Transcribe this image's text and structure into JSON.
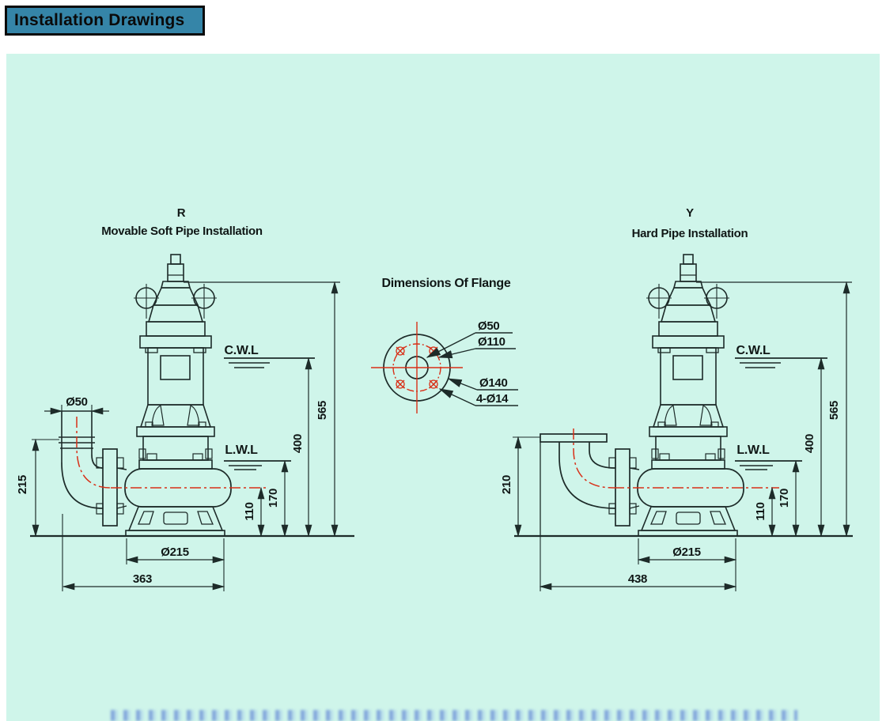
{
  "page": {
    "title_bar": "Installation Drawings"
  },
  "colors": {
    "panel_bg": "#cff5ea",
    "title_bg": "#3585a8",
    "line": "#1d2b29",
    "red": "#d83018"
  },
  "left_drawing": {
    "code": "R",
    "title": "Movable Soft Pipe Installation",
    "water_levels": {
      "cwl": "C.W.L",
      "lwl": "L.W.L"
    },
    "dimensions": {
      "pipe_diameter": "Ø50",
      "left_height": "215",
      "base_diameter": "Ø215",
      "overall_width": "363",
      "centerline_height": "110",
      "lwl_height": "170",
      "cwl_height": "400",
      "top_height": "565"
    }
  },
  "flange_detail": {
    "title": "Dimensions Of Flange",
    "labels": {
      "bore": "Ø50",
      "bolt_circle": "Ø110",
      "outer": "Ø140",
      "bolt_holes": "4-Ø14"
    }
  },
  "right_drawing": {
    "code": "Y",
    "title": "Hard Pipe Installation",
    "water_levels": {
      "cwl": "C.W.L",
      "lwl": "L.W.L"
    },
    "dimensions": {
      "left_height": "210",
      "base_diameter": "Ø215",
      "overall_width": "438",
      "centerline_height": "110",
      "lwl_height": "170",
      "cwl_height": "400",
      "top_height": "565"
    }
  }
}
